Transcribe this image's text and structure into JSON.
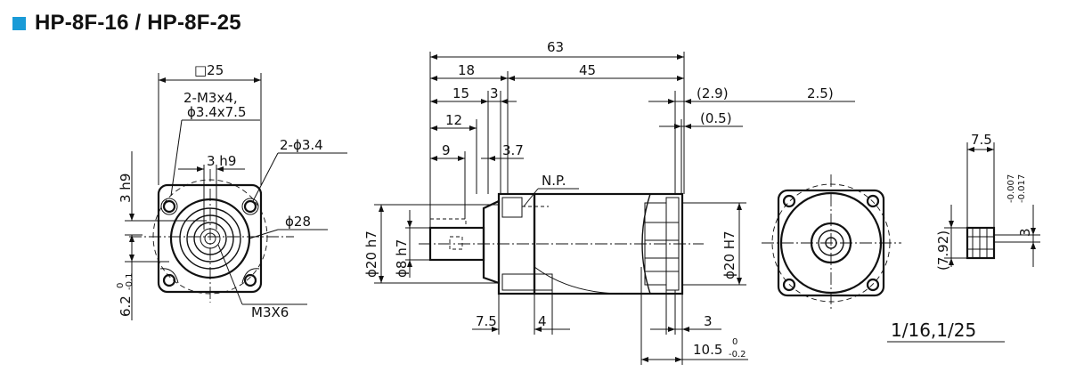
{
  "header": {
    "title": "HP-8F-16 / HP-8F-25",
    "accent": "#1a9bd7"
  },
  "front_view": {
    "square": "□25",
    "holes_a": "2-M3x4,",
    "holes_b": "ϕ3.4x7.5",
    "key_width": "3  h9",
    "key_height": "3  h9",
    "holes_c": "2-ϕ3.4",
    "pilot": "ϕ28",
    "tap": "M3X6",
    "key_depth": "6.2",
    "key_tol_top": "0",
    "key_tol_bot": "-0.1"
  },
  "side_view": {
    "overall": "63",
    "d18": "18",
    "d45": "45",
    "d15": "15",
    "d3": "3",
    "d12": "12",
    "d9": "9",
    "d37": "3.7",
    "d29": "(2.9)",
    "d25": "2.5)",
    "d05": "(0.5)",
    "np": "N.P.",
    "shaft_dia": "ϕ8  h7",
    "spigot_dia": "ϕ20  h7",
    "bore_dia": "ϕ20  H7",
    "d75": "7.5",
    "d4": "4",
    "d3b": "3",
    "d105": "10.5",
    "tol_top": "0",
    "tol_bot": "-0.2"
  },
  "key_view": {
    "length": "7.5",
    "height": "(7.92)",
    "width": "3",
    "tol_top": "-0.007",
    "tol_bot": "-0.017"
  },
  "ratio": "1/16,1/25"
}
